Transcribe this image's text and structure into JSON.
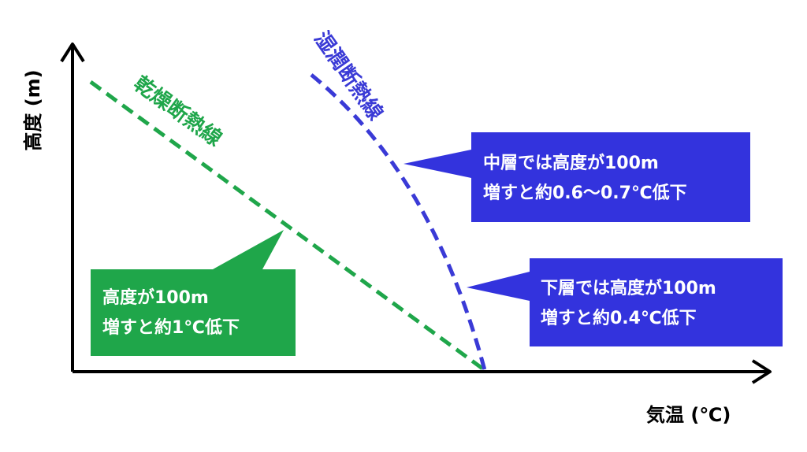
{
  "axes": {
    "y_label": "高度 (m)",
    "x_label": "気温 (℃)"
  },
  "curves": {
    "dry": {
      "label": "乾燥断熱線",
      "color": "#1fa64a"
    },
    "moist": {
      "label": "湿潤断熱線",
      "color": "#3a3ad6"
    }
  },
  "callouts": {
    "dry": {
      "line1": "高度が100m",
      "line2": "増すと約1℃低下",
      "color": "#1fa64a"
    },
    "moist_middle": {
      "line1": "中層では高度が100m",
      "line2": "増すと約0.6～0.7℃低下",
      "color": "#3333dd"
    },
    "moist_lower": {
      "line1": "下層では高度が100m",
      "line2": "増すと約0.4℃低下",
      "color": "#3333dd"
    }
  }
}
